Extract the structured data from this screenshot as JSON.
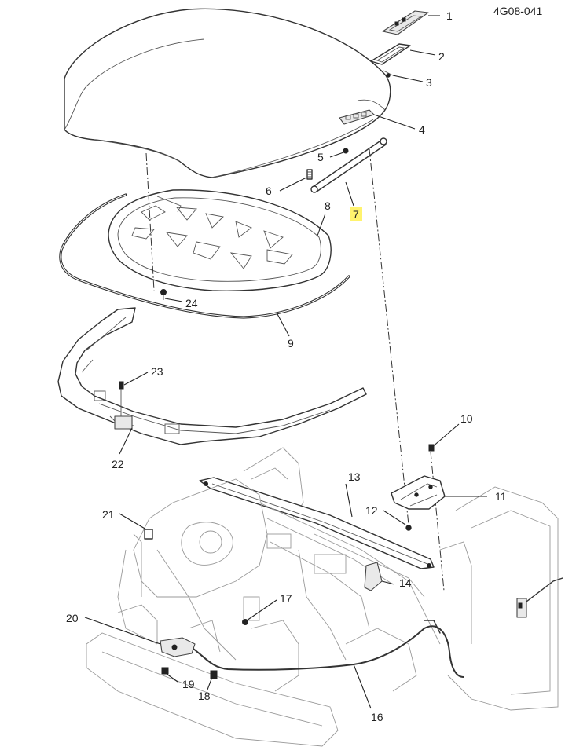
{
  "diagram": {
    "id_label": "4G08-041",
    "highlight_color": "#fff36e",
    "line_color": "#333333",
    "callouts": [
      {
        "num": "1"
      },
      {
        "num": "2"
      },
      {
        "num": "3"
      },
      {
        "num": "4"
      },
      {
        "num": "5"
      },
      {
        "num": "6"
      },
      {
        "num": "7",
        "highlighted": true
      },
      {
        "num": "8"
      },
      {
        "num": "9"
      },
      {
        "num": "10"
      },
      {
        "num": "11"
      },
      {
        "num": "12"
      },
      {
        "num": "13"
      },
      {
        "num": "14"
      },
      {
        "num": "16"
      },
      {
        "num": "17"
      },
      {
        "num": "18"
      },
      {
        "num": "19"
      },
      {
        "num": "20"
      },
      {
        "num": "21"
      },
      {
        "num": "22"
      },
      {
        "num": "23"
      },
      {
        "num": "24"
      }
    ]
  }
}
